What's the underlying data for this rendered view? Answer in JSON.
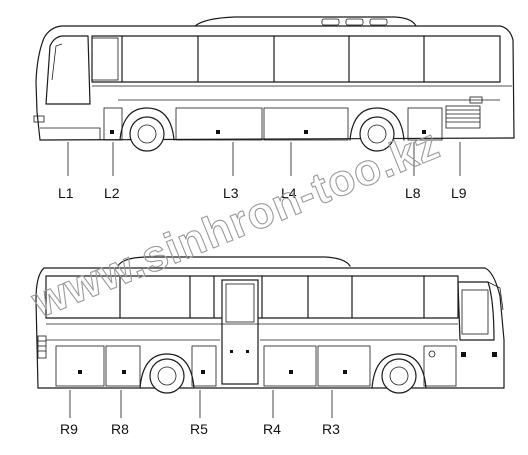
{
  "watermark": "www.sinhron-too.kz",
  "top_view": {
    "labels": [
      "L1",
      "L2",
      "L3",
      "L4",
      "L8",
      "L9"
    ]
  },
  "bottom_view": {
    "labels": [
      "R9",
      "R8",
      "R5",
      "R4",
      "R3"
    ]
  }
}
